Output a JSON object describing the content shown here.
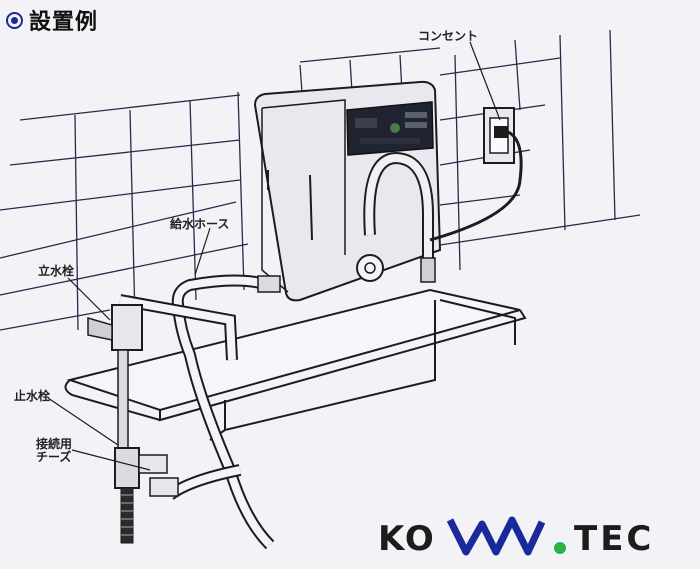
{
  "header": {
    "title": "設置例"
  },
  "labels": {
    "outlet": "コンセント",
    "supply_hose": "給水ホース",
    "standing_faucet": "立水栓",
    "stop_valve": "止水栓",
    "connection_tee_line1": "接続用",
    "connection_tee_line2": "チーズ"
  },
  "brand": {
    "left": "KO",
    "right": "TEC",
    "accent_dot": "#2bb24c",
    "wave_color": "#1b2a9a"
  },
  "colors": {
    "background": "#f2f2f7",
    "line": "#1c1c1c",
    "tile_grid": "#2a2a4a"
  }
}
